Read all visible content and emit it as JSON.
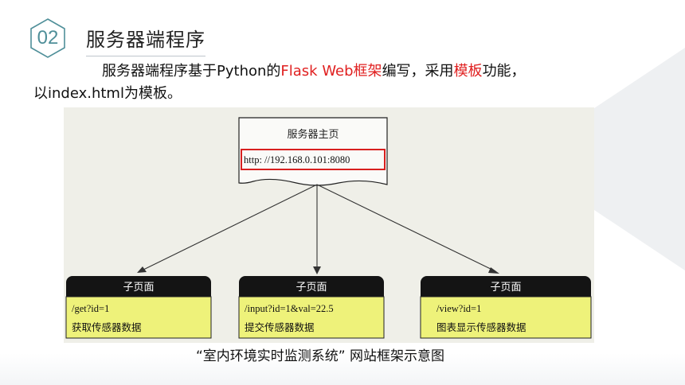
{
  "section": {
    "number": "02",
    "title": "服务器端程序"
  },
  "intro": {
    "line1_part1": "服务器端程序基于Python的",
    "line1_red1": "Flask Web框架",
    "line1_part2": "编写，采用",
    "line1_red2": "模板",
    "line1_part3": "功能，",
    "line2": "以index.html为模板。"
  },
  "diagram": {
    "main_page": {
      "title": "服务器主页",
      "url": "http: //192.168.0.101:8080"
    },
    "subpages": [
      {
        "header": "子页面",
        "path": "/get?id=1",
        "desc": "获取传感器数据"
      },
      {
        "header": "子页面",
        "path": "/input?id=1&val=22.5",
        "desc": "提交传感器数据"
      },
      {
        "header": "子页面",
        "path": "/view?id=1",
        "desc": "图表显示传感器数据"
      }
    ],
    "caption": "“室内环境实时监测系统” 网站框架示意图"
  },
  "colors": {
    "accent": "#4f8f99",
    "highlight_red": "#e02020",
    "subpage_body": "#eef27a",
    "subpage_header": "#141414"
  }
}
